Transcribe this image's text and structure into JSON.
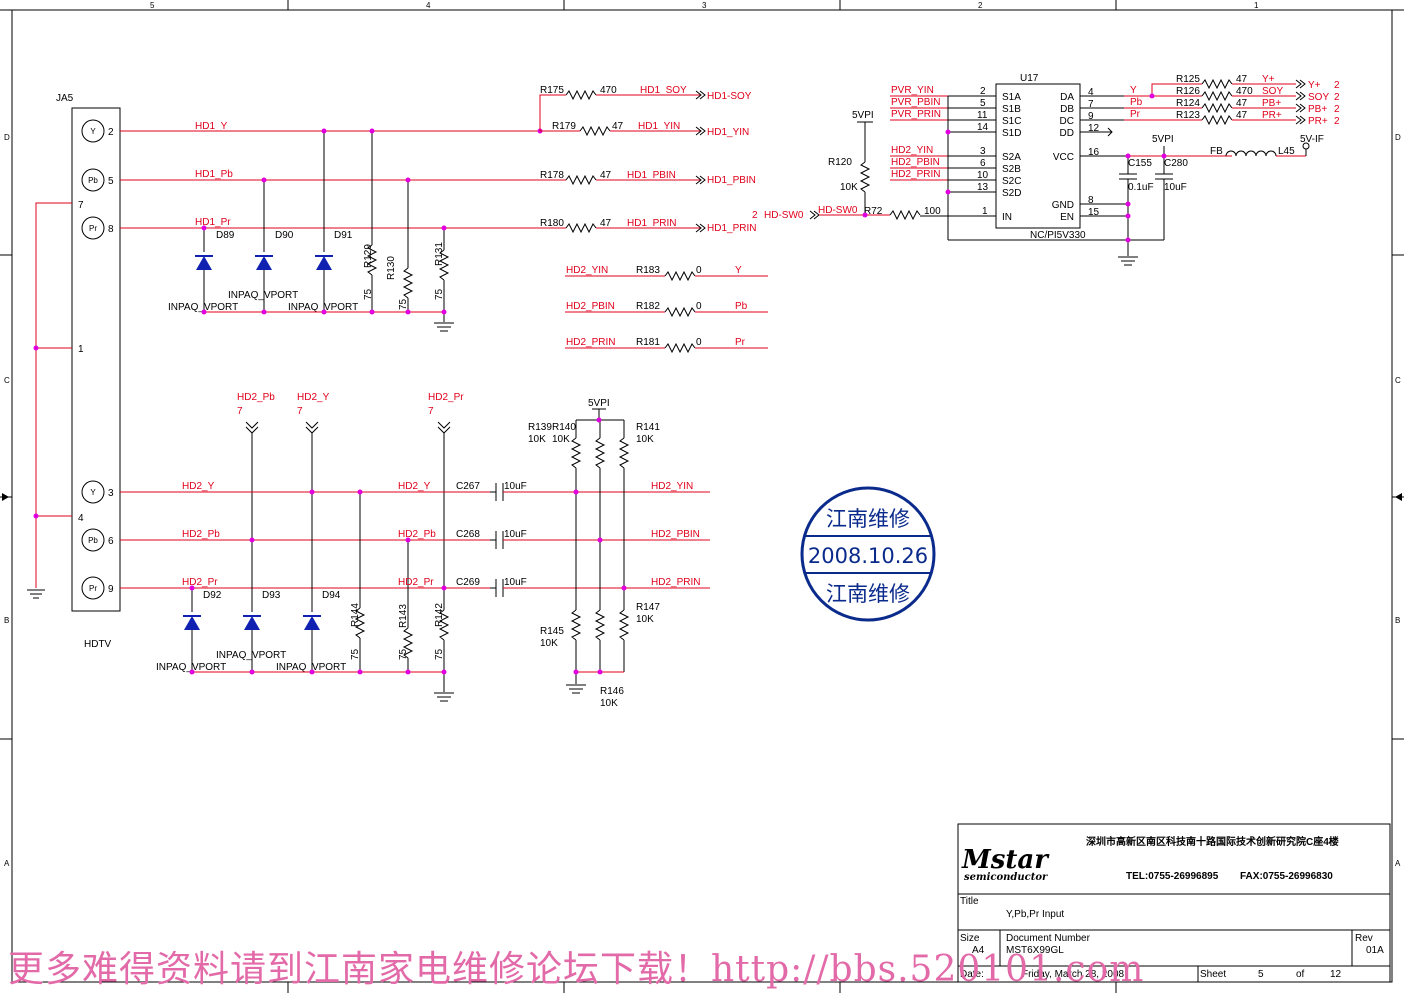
{
  "frame": {
    "columns": [
      "5",
      "4",
      "3",
      "2",
      "1"
    ],
    "rows": [
      "D",
      "C",
      "B",
      "A"
    ]
  },
  "connector": {
    "ref": "JA5",
    "name": "HDTV",
    "jacks": [
      {
        "label": "Y",
        "pin": "2"
      },
      {
        "label": "Pb",
        "pin": "5"
      },
      {
        "label": "Pr",
        "pin": "8"
      },
      {
        "label": "Y",
        "pin": "3"
      },
      {
        "label": "Pb",
        "pin": "6"
      },
      {
        "label": "Pr",
        "pin": "9"
      }
    ],
    "side_pins": [
      "7",
      "1",
      "4"
    ]
  },
  "hd1": {
    "nets": [
      "HD1_Y",
      "HD1_Pb",
      "HD1_Pr"
    ],
    "diodes": [
      "D89",
      "D90",
      "D91"
    ],
    "diode_label": "INPAQ_VPORT",
    "shunts": [
      {
        "ref": "R129",
        "value": "75"
      },
      {
        "ref": "R130",
        "value": "75"
      },
      {
        "ref": "R131",
        "value": "75"
      }
    ],
    "series": [
      {
        "ref": "R175",
        "value": "470",
        "net": "HD1_SOY",
        "port": "HD1-SOY"
      },
      {
        "ref": "R179",
        "value": "47",
        "net": "HD1_YIN",
        "port": "HD1_YIN"
      },
      {
        "ref": "R178",
        "value": "47",
        "net": "HD1_PBIN",
        "port": "HD1_PBIN"
      },
      {
        "ref": "R180",
        "value": "47",
        "net": "HD1_PRIN",
        "port": "HD1_PRIN"
      }
    ]
  },
  "hd2_links": [
    {
      "net": "HD2_YIN",
      "ref": "R183",
      "value": "0",
      "out": "Y"
    },
    {
      "net": "HD2_PBIN",
      "ref": "R182",
      "value": "0",
      "out": "Pb"
    },
    {
      "net": "HD2_PRIN",
      "ref": "R181",
      "value": "0",
      "out": "Pr"
    }
  ],
  "hd2": {
    "ports": [
      {
        "name": "HD2_Pb",
        "num": "7"
      },
      {
        "name": "HD2_Y",
        "num": "7"
      },
      {
        "name": "HD2_Pr",
        "num": "7"
      }
    ],
    "nets": [
      "HD2_Y",
      "HD2_Pb",
      "HD2_Pr"
    ],
    "diodes": [
      "D92",
      "D93",
      "D94"
    ],
    "diode_label": "INPAQ_VPORT",
    "shunts": [
      {
        "ref": "R144",
        "value": "75"
      },
      {
        "ref": "R143",
        "value": "75"
      },
      {
        "ref": "R142",
        "value": "75"
      }
    ],
    "caps": [
      {
        "ref": "C267",
        "value": "10uF",
        "net_in": "HD2_Y",
        "net_out": "HD2_YIN"
      },
      {
        "ref": "C268",
        "value": "10uF",
        "net_in": "HD2_Pb",
        "net_out": "HD2_PBIN"
      },
      {
        "ref": "C269",
        "value": "10uF",
        "net_in": "HD2_Pr",
        "net_out": "HD2_PRIN"
      }
    ],
    "vref": "5VPI",
    "pullups": [
      {
        "ref": "R139",
        "value": "10K"
      },
      {
        "ref": "R140",
        "value": "10K"
      },
      {
        "ref": "R141",
        "value": "10K"
      }
    ],
    "pulldowns": [
      {
        "ref": "R145",
        "value": "10K"
      },
      {
        "ref": "R146",
        "value": "10K"
      },
      {
        "ref": "R147",
        "value": "10K"
      }
    ]
  },
  "switch": {
    "ref": "U17",
    "part": "NC/PI5V330",
    "left_pins": [
      {
        "name": "S1A",
        "num": "2",
        "net": "PVR_YIN"
      },
      {
        "name": "S1B",
        "num": "5",
        "net": "PVR_PBIN"
      },
      {
        "name": "S1C",
        "num": "11",
        "net": "PVR_PRIN"
      },
      {
        "name": "S1D",
        "num": "14",
        "net": ""
      },
      {
        "name": "S2A",
        "num": "3",
        "net": "HD2_YIN"
      },
      {
        "name": "S2B",
        "num": "6",
        "net": "HD2_PBIN"
      },
      {
        "name": "S2C",
        "num": "10",
        "net": "HD2_PRIN"
      },
      {
        "name": "S2D",
        "num": "13",
        "net": ""
      },
      {
        "name": "IN",
        "num": "1",
        "net": ""
      }
    ],
    "right_pins": [
      {
        "name": "DA",
        "num": "4",
        "net": "Y"
      },
      {
        "name": "DB",
        "num": "7",
        "net": "Pb"
      },
      {
        "name": "DC",
        "num": "9",
        "net": "Pr"
      },
      {
        "name": "DD",
        "num": "12",
        "net": ""
      },
      {
        "name": "VCC",
        "num": "16",
        "net": ""
      },
      {
        "name": "GND",
        "num": "8",
        "net": ""
      },
      {
        "name": "EN",
        "num": "15",
        "net": ""
      }
    ],
    "pullup_vref": "5VPI",
    "pullup": {
      "ref": "R120",
      "value": "10K"
    },
    "sel_port_num": "2",
    "sel_port": "HD-SW0",
    "sel_net": "HD-SW0",
    "sel_res": {
      "ref": "R72",
      "value": "100"
    },
    "caps": [
      {
        "ref": "C155",
        "value": "0.1uF"
      },
      {
        "ref": "C280",
        "value": "10uF"
      }
    ],
    "vcc_label": "5VPI",
    "ferrite": {
      "type": "FB",
      "ref": "L45"
    },
    "supply_port": "5V-IF",
    "outputs": [
      {
        "ref": "R125",
        "value": "47",
        "net": "Y+",
        "port": "Y+",
        "num": "2"
      },
      {
        "ref": "R126",
        "value": "470",
        "net": "SOY",
        "port": "SOY",
        "num": "2"
      },
      {
        "ref": "R124",
        "value": "47",
        "net": "PB+",
        "port": "PB+",
        "num": "2"
      },
      {
        "ref": "R123",
        "value": "47",
        "net": "PR+",
        "port": "PR+",
        "num": "2"
      }
    ]
  },
  "stamp": {
    "top": "江南维修",
    "date": "2008.10.26",
    "bottom": "江南维修"
  },
  "title_block": {
    "logo_main": "Mstar",
    "logo_sub": "semiconductor",
    "address": "深圳市高新区南区科技南十路国际技术创新研究院C座4楼",
    "tel": "TEL:0755-26996895",
    "fax": "FAX:0755-26996830",
    "title_label": "Title",
    "title": "Y,Pb,Pr Input",
    "size_label": "Size",
    "size": "A4",
    "docnum_label": "Document Number",
    "docnum": "MST6X99GL",
    "rev_label": "Rev",
    "rev": "01A",
    "date_label": "Date:",
    "date": "Friday, March 28, 2008",
    "sheet_label": "Sheet",
    "sheet": "5",
    "of_label": "of",
    "total": "12"
  },
  "watermark": "更多难得资料请到江南家电维修论坛下载！http://bbs.520101.com"
}
